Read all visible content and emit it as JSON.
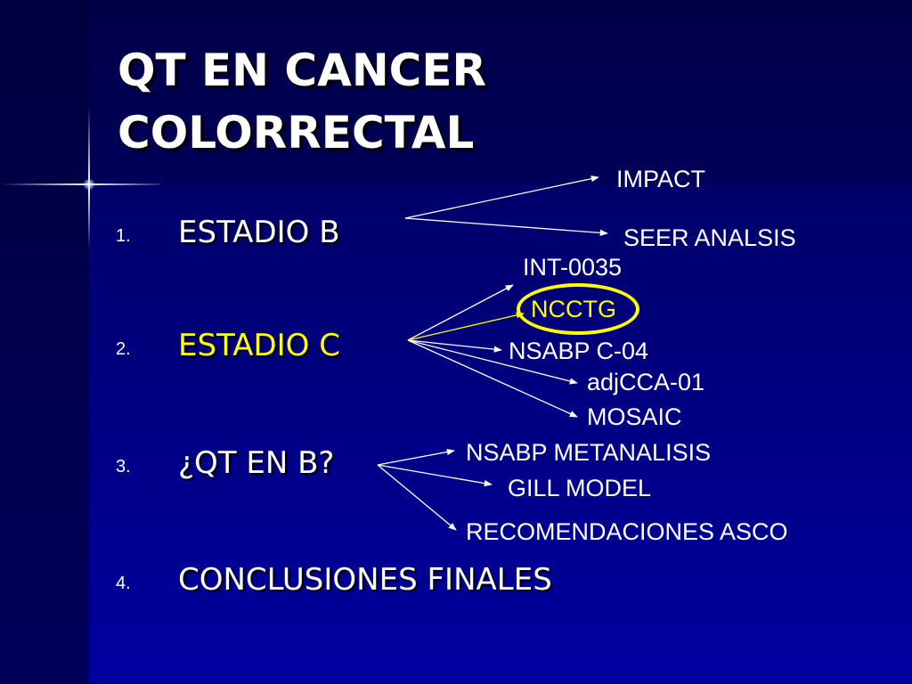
{
  "slide": {
    "title_lines": [
      "QT EN CANCER",
      "COLORRECTAL"
    ],
    "items": [
      {
        "number": "1.",
        "label": "ESTADIO B"
      },
      {
        "number": "2.",
        "label": "ESTADIO C"
      },
      {
        "number": "3.",
        "label": "¿QT EN B?"
      },
      {
        "number": "4.",
        "label": "CONCLUSIONES FINALES"
      }
    ],
    "studies": {
      "estadio_b": [
        "IMPACT",
        "SEER ANALSIS"
      ],
      "estadio_c": [
        "INT-0035",
        "NCCTG",
        "NSABP C-04",
        "adjCCA-01",
        "MOSAIC"
      ],
      "qt_en_b": [
        "NSABP METANALISIS",
        "GILL MODEL",
        "RECOMENDACIONES ASCO"
      ]
    },
    "highlighted_study": "NCCTG",
    "colors": {
      "background": "#00005a",
      "text": "#ffffff",
      "highlight": "#ffff00"
    }
  }
}
